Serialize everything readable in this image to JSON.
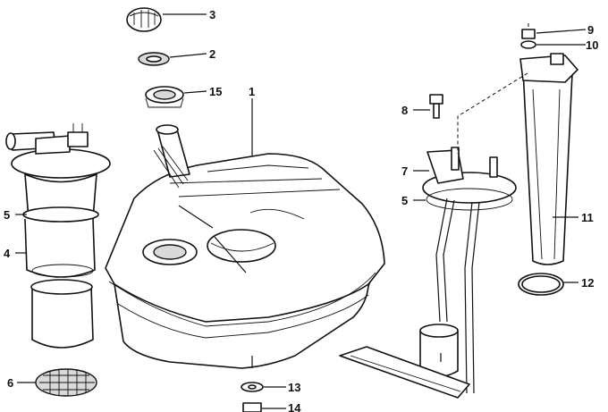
{
  "diagram": {
    "callouts": [
      {
        "id": "c1",
        "label": "1"
      },
      {
        "id": "c2",
        "label": "2"
      },
      {
        "id": "c3",
        "label": "3"
      },
      {
        "id": "c4",
        "label": "4"
      },
      {
        "id": "c5a",
        "label": "5"
      },
      {
        "id": "c5b",
        "label": "5"
      },
      {
        "id": "c6",
        "label": "6"
      },
      {
        "id": "c7",
        "label": "7"
      },
      {
        "id": "c8",
        "label": "8"
      },
      {
        "id": "c9",
        "label": "9"
      },
      {
        "id": "c10",
        "label": "10"
      },
      {
        "id": "c11",
        "label": "11"
      },
      {
        "id": "c12",
        "label": "12"
      },
      {
        "id": "c13",
        "label": "13"
      },
      {
        "id": "c14",
        "label": "14"
      },
      {
        "id": "c15",
        "label": "15"
      }
    ]
  }
}
